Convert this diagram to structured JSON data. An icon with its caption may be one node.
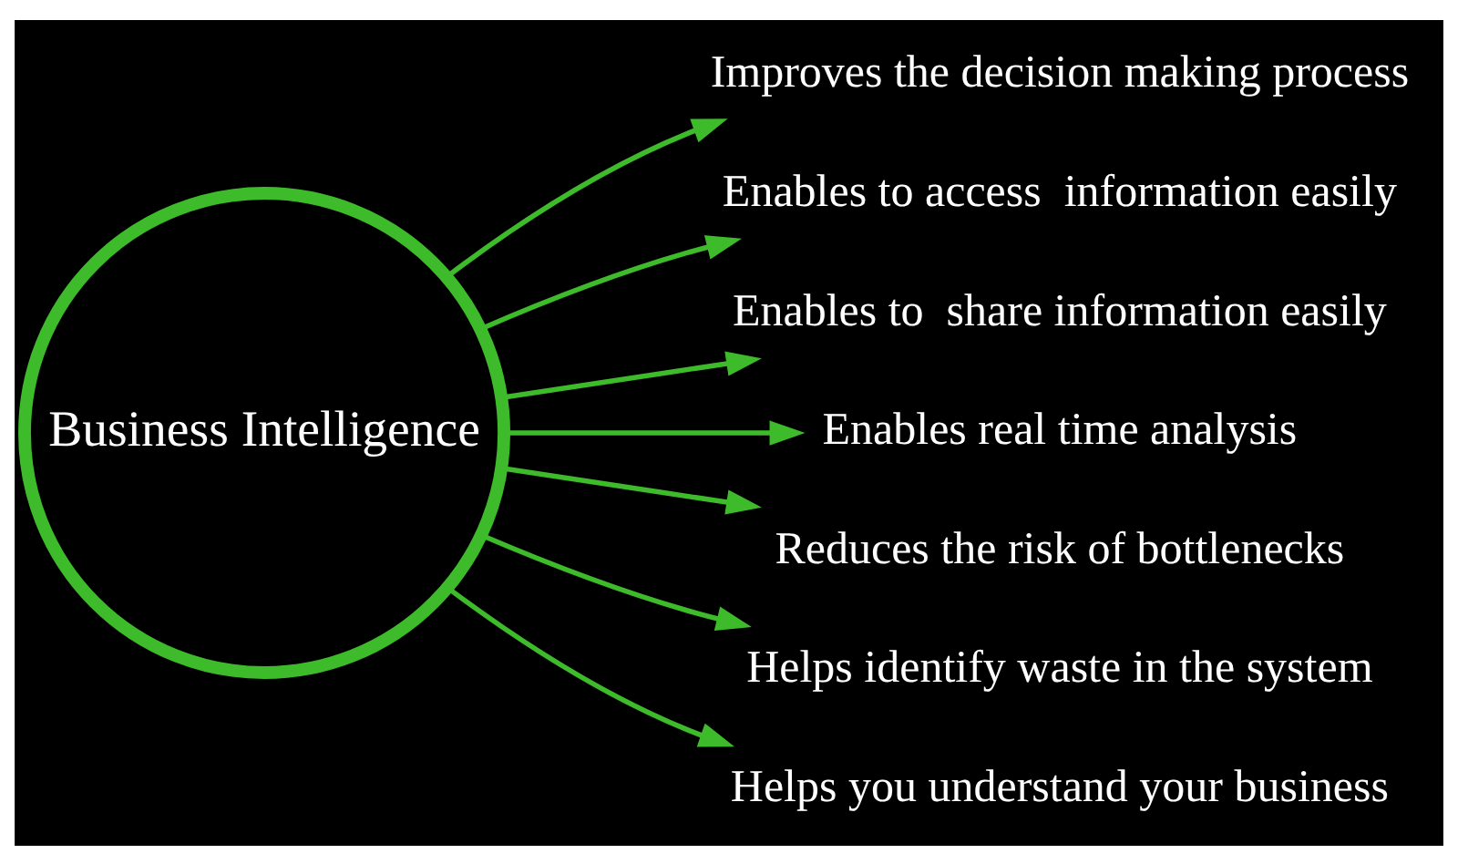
{
  "diagram": {
    "nodes": [
      {
        "text": [
          "Business Intelligence"
        ]
      },
      {
        "text": [
          "Improves the decision making process"
        ]
      },
      {
        "text": [
          "Enables to access  information easily"
        ]
      },
      {
        "text": [
          "Enables to  share information easily"
        ]
      },
      {
        "text": [
          "Enables real time analysis"
        ]
      },
      {
        "text": [
          "Reduces the risk of bottlenecks"
        ]
      },
      {
        "text": [
          "Helps identify waste in the system"
        ]
      },
      {
        "text": [
          "Helps you understand your business"
        ]
      }
    ],
    "edges": [
      {
        "from": 0,
        "to": 1,
        "arrow": "to"
      },
      {
        "from": 0,
        "to": 2,
        "arrow": "to"
      },
      {
        "from": 0,
        "to": 3,
        "arrow": "to"
      },
      {
        "from": 0,
        "to": 4,
        "arrow": "to"
      },
      {
        "from": 0,
        "to": 5,
        "arrow": "to"
      },
      {
        "from": 0,
        "to": 6,
        "arrow": "to"
      },
      {
        "from": 0,
        "to": 7,
        "arrow": "to"
      }
    ]
  }
}
